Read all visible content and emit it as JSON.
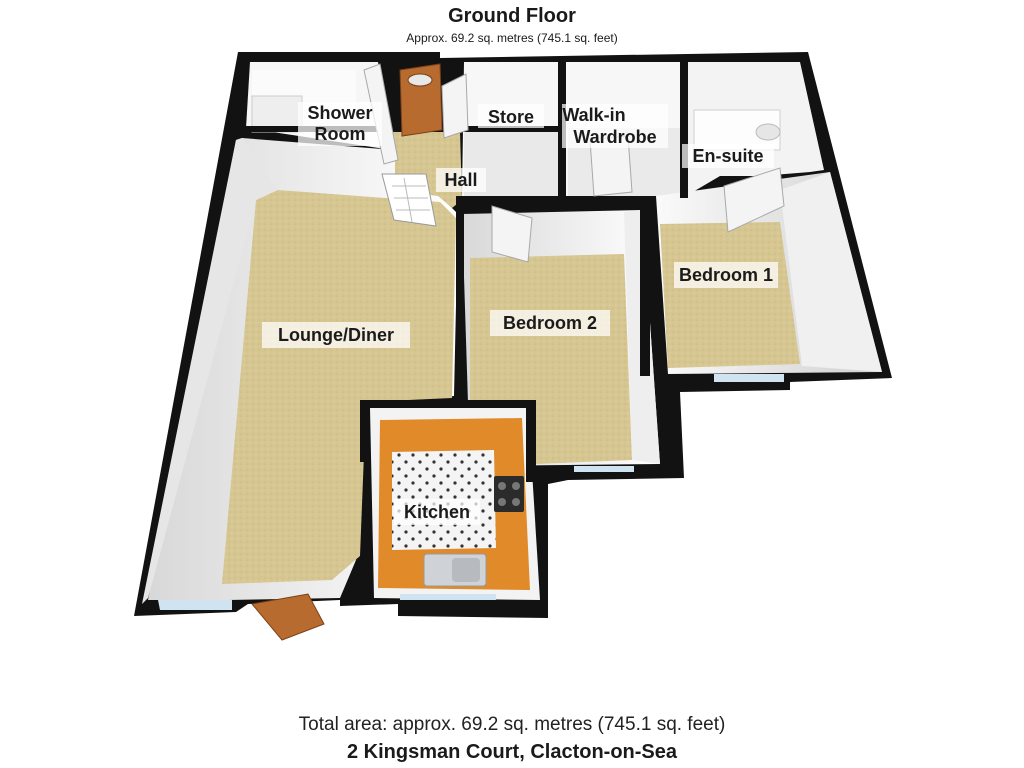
{
  "header": {
    "title": "Ground Floor",
    "subtitle": "Approx. 69.2 sq. metres (745.1 sq. feet)"
  },
  "rooms": {
    "shower_room_line1": "Shower",
    "shower_room_line2": "Room",
    "store": "Store",
    "walk_in_line1": "Walk-in",
    "walk_in_line2": "Wardrobe",
    "en_suite": "En-suite",
    "hall": "Hall",
    "bedroom_1": "Bedroom 1",
    "bedroom_2": "Bedroom 2",
    "lounge_diner": "Lounge/Diner",
    "kitchen": "Kitchen"
  },
  "footer": {
    "total_area": "Total area: approx. 69.2 sq. metres (745.1 sq. feet)",
    "address": "2 Kingsman Court, Clacton-on-Sea"
  },
  "colors": {
    "carpet": "#d7c793",
    "wall_top": "#111111",
    "wall_face": "#f2f2f2",
    "kitchen_counter": "#e08a2a",
    "door_wood": "#b86b2e"
  }
}
